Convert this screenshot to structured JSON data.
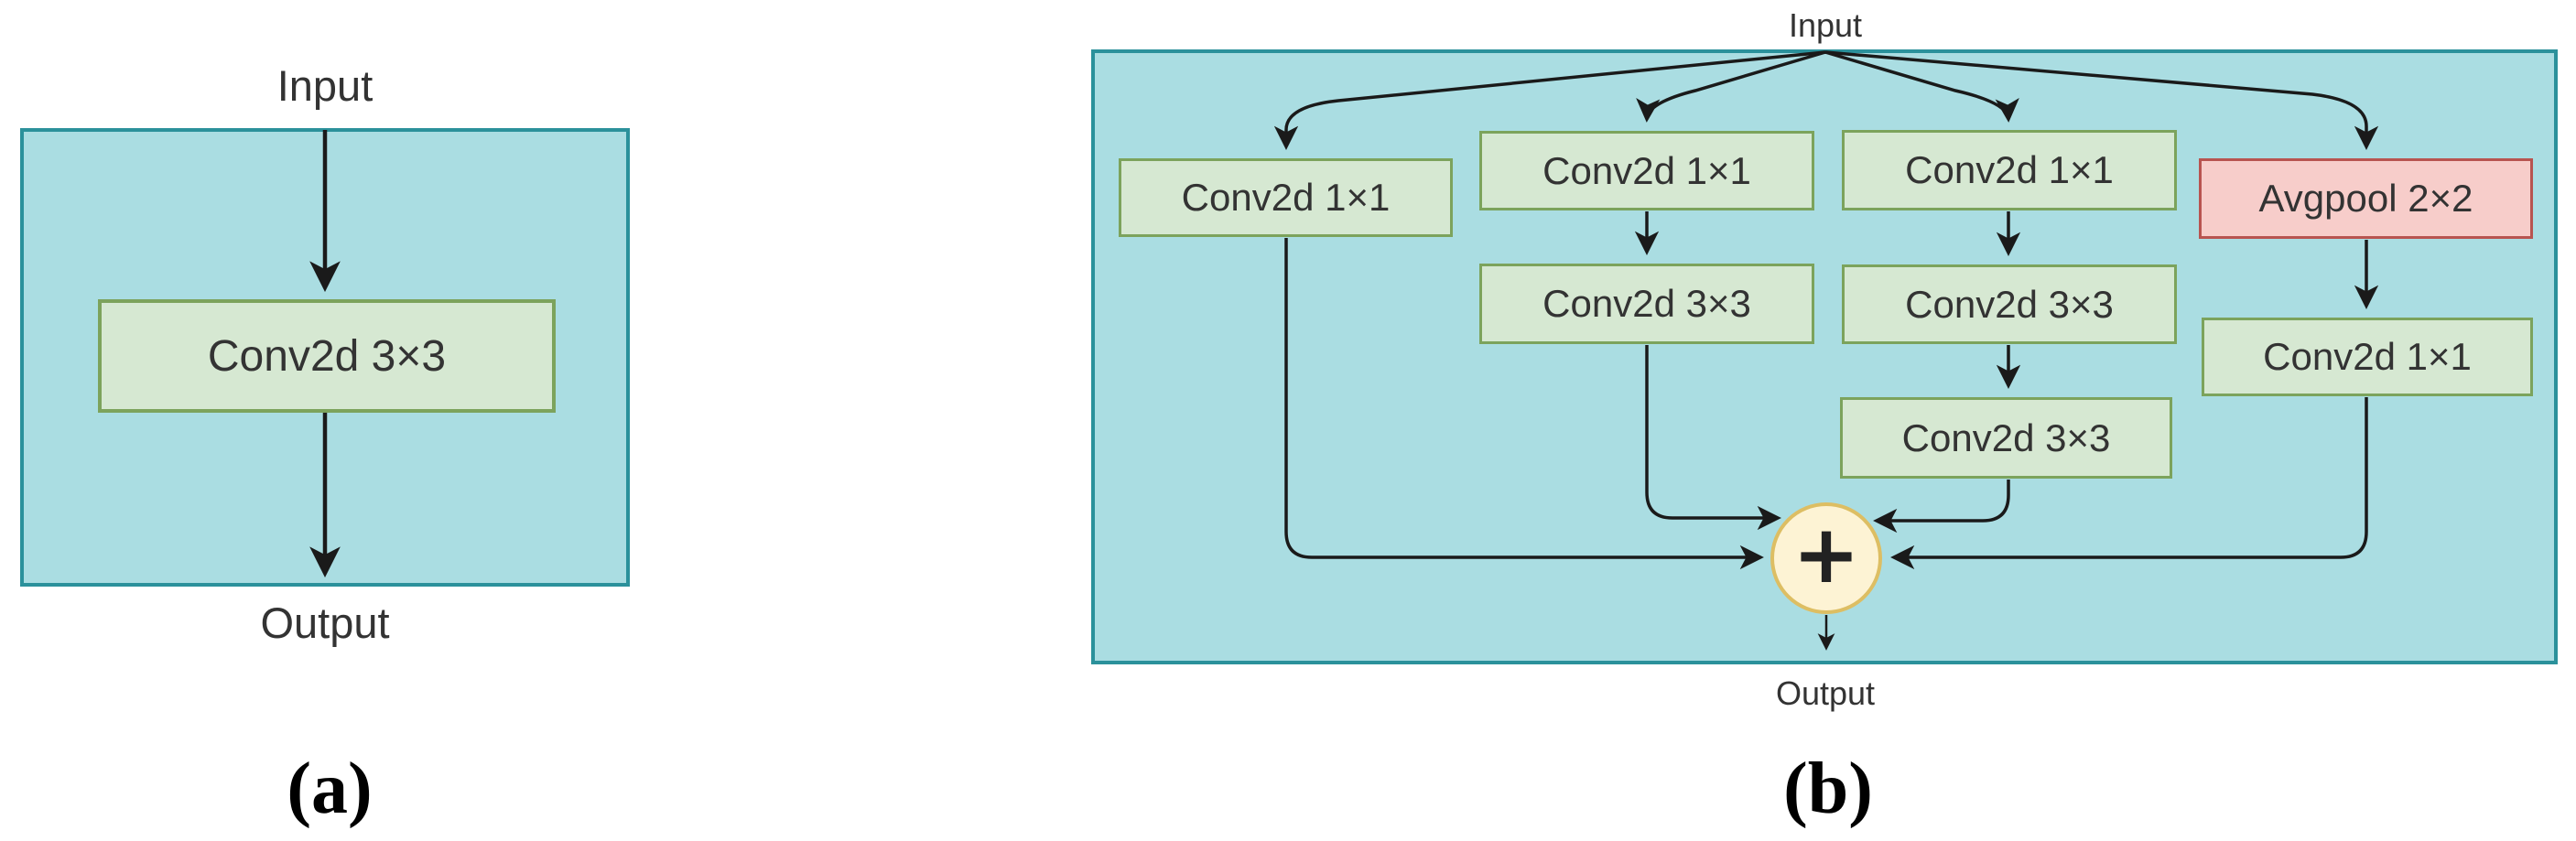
{
  "figure": {
    "description": "Two CNN block diagrams: (a) plain Conv2d 3x3 block, (b) multi-branch block with four parallel paths summed together",
    "panels": [
      {
        "id": "a",
        "caption": "(a)",
        "input_label": "Input",
        "output_label": "Output",
        "nodes": [
          {
            "id": "a-conv3x3",
            "label": "Conv2d 3×3",
            "kind": "conv"
          }
        ]
      },
      {
        "id": "b",
        "caption": "(b)",
        "input_label": "Input",
        "output_label": "Output",
        "sum_symbol": "+",
        "nodes": [
          {
            "id": "b-branch1-conv1x1",
            "label": "Conv2d 1×1",
            "kind": "conv"
          },
          {
            "id": "b-branch2-conv1x1",
            "label": "Conv2d 1×1",
            "kind": "conv"
          },
          {
            "id": "b-branch2-conv3x3",
            "label": "Conv2d 3×3",
            "kind": "conv"
          },
          {
            "id": "b-branch3-conv1x1",
            "label": "Conv2d 1×1",
            "kind": "conv"
          },
          {
            "id": "b-branch3-conv3x3a",
            "label": "Conv2d 3×3",
            "kind": "conv"
          },
          {
            "id": "b-branch3-conv3x3b",
            "label": "Conv2d 3×3",
            "kind": "conv"
          },
          {
            "id": "b-branch4-avgpool",
            "label": "Avgpool 2×2",
            "kind": "pool"
          },
          {
            "id": "b-branch4-conv1x1",
            "label": "Conv2d 1×1",
            "kind": "conv"
          }
        ]
      }
    ]
  },
  "colors": {
    "container_fill": "#aadde2",
    "container_stroke": "#2b919b",
    "conv_fill": "#d6e8d2",
    "conv_stroke": "#7ca35c",
    "pool_fill": "#f7cdca",
    "pool_stroke": "#b85450",
    "sum_fill": "#fdf3d4",
    "sum_stroke": "#ddbe63",
    "arrow": "#1a1a1a",
    "label_text": "#333333",
    "caption_text": "#000000"
  }
}
